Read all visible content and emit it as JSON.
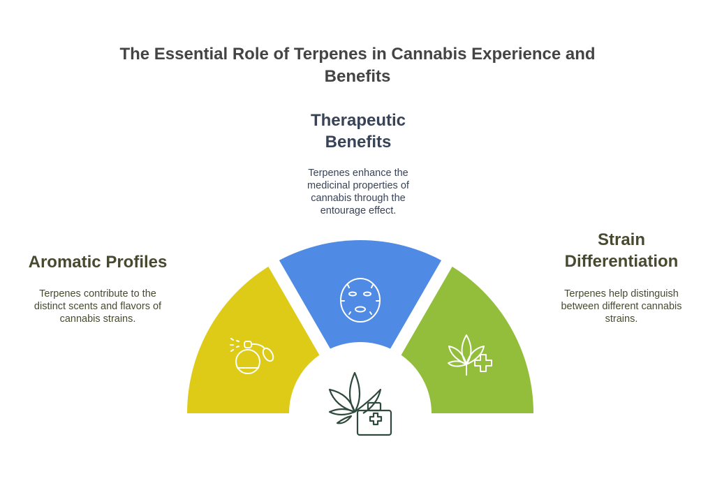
{
  "title": "The Essential Role of Terpenes in Cannabis Experience and Benefits",
  "sections": [
    {
      "heading": "Aromatic Profiles",
      "description": "Terpenes contribute to the distinct scents and flavors of cannabis strains.",
      "icon": "perfume-bottle-icon",
      "color": "#DDCB17"
    },
    {
      "heading": "Therapeutic Benefits",
      "description": "Terpenes enhance the medicinal properties of cannabis through the entourage effect.",
      "icon": "face-mask-icon",
      "color": "#4F8AE5"
    },
    {
      "heading": "Strain Differentiation",
      "description": "Terpenes help distinguish between different cannabis strains.",
      "icon": "cannabis-leaf-plus-icon",
      "color": "#92BE3B"
    }
  ],
  "center_icon": "cannabis-medical-kit-icon"
}
